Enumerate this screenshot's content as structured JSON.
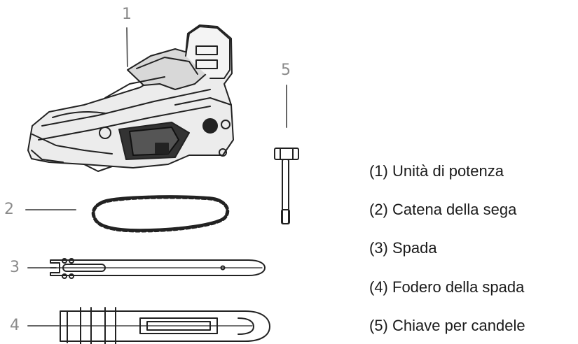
{
  "callouts": [
    "1",
    "2",
    "3",
    "4",
    "5"
  ],
  "legend": [
    "(1) Unità di potenza",
    "(2) Catena della sega",
    "(3) Spada",
    "(4) Fodero della spada",
    "(5) Chiave per candele"
  ],
  "colors": {
    "line": "#222222",
    "callout": "#8a8a8a",
    "text": "#1a1a1a"
  },
  "icons": [
    "chainsaw-power-unit-icon",
    "saw-chain-icon",
    "guide-bar-icon",
    "bar-sheath-icon",
    "spark-plug-wrench-icon"
  ]
}
